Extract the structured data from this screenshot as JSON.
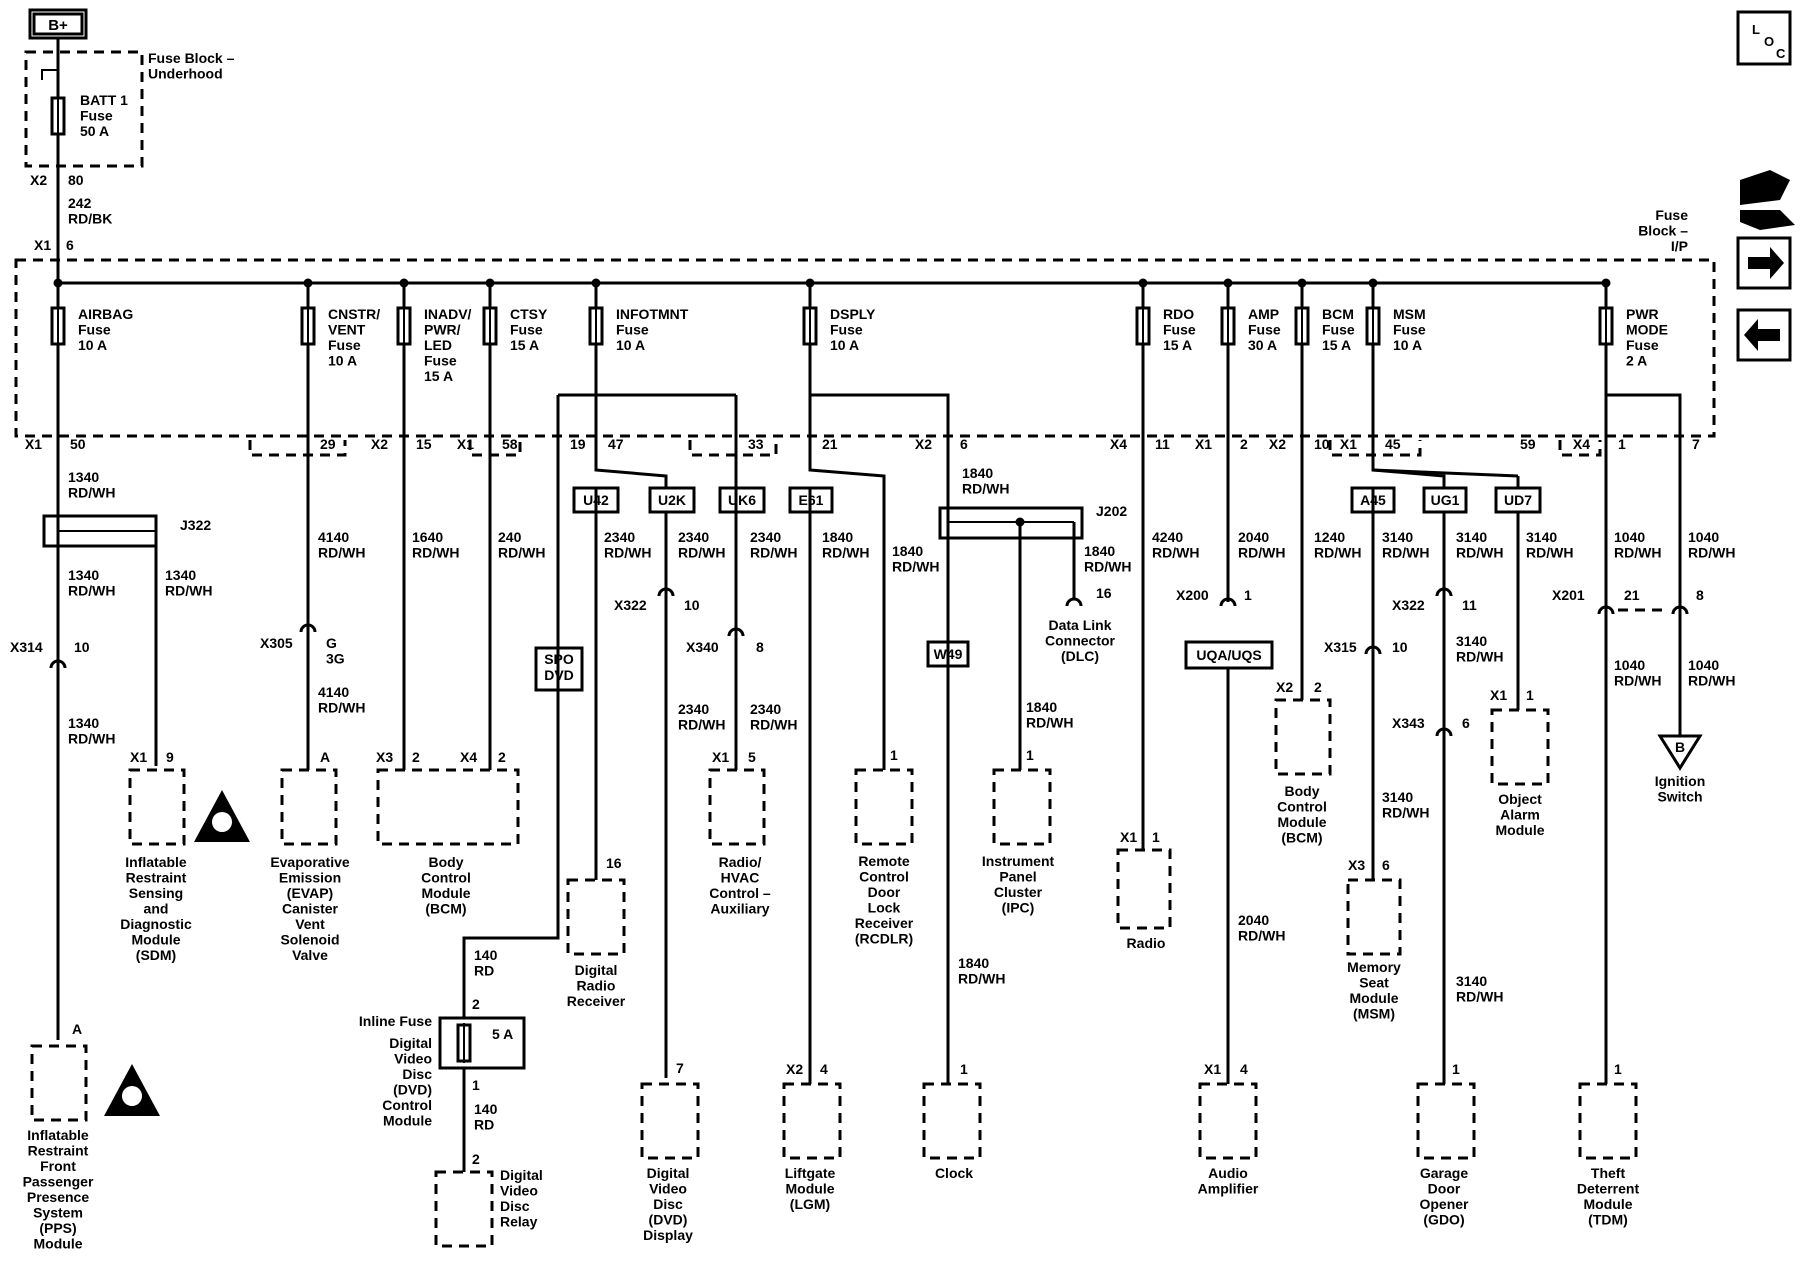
{
  "power": {
    "label": "B+"
  },
  "underhood": {
    "block_label": [
      "Fuse Block –",
      "Underhood"
    ],
    "fuse": [
      "BATT 1",
      "Fuse",
      "50 A"
    ],
    "out_conn": "X2",
    "out_pin": "80",
    "wire": [
      "242",
      "RD/BK"
    ],
    "in_conn": "X1",
    "in_pin": "6"
  },
  "ip_block": {
    "label": [
      "Fuse",
      "Block –",
      "I/P"
    ]
  },
  "loc": {
    "chars": [
      "L",
      "O",
      "C"
    ]
  },
  "fuses": [
    {
      "lines": [
        "AIRBAG",
        "Fuse",
        "10 A"
      ]
    },
    {
      "lines": [
        "CNSTR/",
        "VENT",
        "Fuse",
        "10 A"
      ]
    },
    {
      "lines": [
        "INADV/",
        "PWR/",
        "LED",
        "Fuse",
        "15 A"
      ]
    },
    {
      "lines": [
        "CTSY",
        "Fuse",
        "15 A"
      ]
    },
    {
      "lines": [
        "INFOTMNT",
        "Fuse",
        "10 A"
      ]
    },
    {
      "lines": [
        "DSPLY",
        "Fuse",
        "10 A"
      ]
    },
    {
      "lines": [
        "RDO",
        "Fuse",
        "15 A"
      ]
    },
    {
      "lines": [
        "AMP",
        "Fuse",
        "30 A"
      ]
    },
    {
      "lines": [
        "BCM",
        "Fuse",
        "15 A"
      ]
    },
    {
      "lines": [
        "MSM",
        "Fuse",
        "10 A"
      ]
    },
    {
      "lines": [
        "PWR",
        "MODE",
        "Fuse",
        "2 A"
      ]
    }
  ],
  "block_pins": [
    {
      "conn": "X1",
      "pin": "50"
    },
    {
      "conn": "",
      "pin": "29"
    },
    {
      "conn": "X2",
      "pin": "15"
    },
    {
      "conn": "X1",
      "pin": "58"
    },
    {
      "conn": "",
      "pin": "19"
    },
    {
      "conn": "",
      "pin": "47"
    },
    {
      "conn": "",
      "pin": "33"
    },
    {
      "conn": "",
      "pin": "21"
    },
    {
      "conn": "X2",
      "pin": "6"
    },
    {
      "conn": "X4",
      "pin": "11"
    },
    {
      "conn": "X1",
      "pin": "2"
    },
    {
      "conn": "X2",
      "pin": "10"
    },
    {
      "conn": "X1",
      "pin": "45"
    },
    {
      "conn": "",
      "pin": "59"
    },
    {
      "conn": "X4",
      "pin": "1"
    },
    {
      "conn": "",
      "pin": "7"
    }
  ],
  "options": [
    "U42",
    "U2K",
    "UK6",
    "E61",
    "A45",
    "UG1",
    "UD7",
    "SPO\nDVD",
    "W49",
    "UQA/UQS"
  ],
  "splices": [
    "J322",
    "J202"
  ],
  "inline_connectors": [
    {
      "conn": "X314",
      "pin": "10"
    },
    {
      "conn": "X305",
      "pin": "G\n3G"
    },
    {
      "conn": "X322",
      "pin": "10"
    },
    {
      "conn": "X340",
      "pin": "8"
    },
    {
      "conn": "X200",
      "pin": "1"
    },
    {
      "conn": "X315",
      "pin": "10"
    },
    {
      "conn": "X322",
      "pin": "11"
    },
    {
      "conn": "X343",
      "pin": "6"
    },
    {
      "conn": "X201",
      "pin": "21"
    },
    {
      "conn": "",
      "pin": "8"
    }
  ],
  "wires": [
    "1340\nRD/WH",
    "1340\nRD/WH",
    "1340\nRD/WH",
    "1340\nRD/WH",
    "4140\nRD/WH",
    "4140\nRD/WH",
    "1640\nRD/WH",
    "240\nRD/WH",
    "2340\nRD/WH",
    "2340\nRD/WH",
    "2340\nRD/WH",
    "2340\nRD/WH",
    "2340\nRD/WH",
    "1840\nRD/WH",
    "1840\nRD/WH",
    "1840\nRD/WH",
    "1840\nRD/WH",
    "1840\nRD/WH",
    "1840\nRD/WH",
    "4240\nRD/WH",
    "2040\nRD/WH",
    "2040\nRD/WH",
    "1240\nRD/WH",
    "3140\nRD/WH",
    "3140\nRD/WH",
    "3140\nRD/WH",
    "3140\nRD/WH",
    "3140\nRD/WH",
    "3140\nRD/WH",
    "1040\nRD/WH",
    "1040\nRD/WH",
    "1040\nRD/WH",
    "1040\nRD/WH",
    "140\nRD",
    "140\nRD"
  ],
  "inline_fuse": {
    "label": "Inline Fuse",
    "rating": "5 A",
    "pin_top": "2",
    "pin_bottom": "1"
  },
  "components": [
    {
      "name": "Inflatable\nRestraint\nSensing\nand\nDiagnostic\nModule\n(SDM)",
      "conn": "X1",
      "pin": "9"
    },
    {
      "name": "Inflatable\nRestraint\nFront\nPassenger\nPresence\nSystem\n(PPS)\nModule",
      "conn": "",
      "pin": "A"
    },
    {
      "name": "Evaporative\nEmission\n(EVAP)\nCanister\nVent\nSolenoid\nValve",
      "conn": "",
      "pin": "A"
    },
    {
      "name": "Body\nControl\nModule\n(BCM)",
      "conn": "X3",
      "pin": "2",
      "conn2": "X4",
      "pin2": "2"
    },
    {
      "name": "Digital\nVideo\nDisc\n(DVD)\nControl\nModule",
      "conn": "",
      "pin": ""
    },
    {
      "name": "Digital\nVideo\nDisc\nRelay",
      "conn": "",
      "pin": "2"
    },
    {
      "name": "Digital\nRadio\nReceiver",
      "conn": "",
      "pin": "16"
    },
    {
      "name": "Digital\nVideo\nDisc\n(DVD)\nDisplay",
      "conn": "",
      "pin": "7"
    },
    {
      "name": "Radio/\nHVAC\nControl –\nAuxiliary",
      "conn": "X1",
      "pin": "5"
    },
    {
      "name": "Liftgate\nModule\n(LGM)",
      "conn": "X2",
      "pin": "4"
    },
    {
      "name": "Remote\nControl\nDoor\nLock\nReceiver\n(RCDLR)",
      "conn": "",
      "pin": "1"
    },
    {
      "name": "Clock",
      "conn": "",
      "pin": "1"
    },
    {
      "name": "Data Link\nConnector\n(DLC)",
      "conn": "",
      "pin": "16"
    },
    {
      "name": "Instrument\nPanel\nCluster\n(IPC)",
      "conn": "",
      "pin": "1"
    },
    {
      "name": "Radio",
      "conn": "X1",
      "pin": "1"
    },
    {
      "name": "Audio\nAmplifier",
      "conn": "X1",
      "pin": "4"
    },
    {
      "name": "Body\nControl\nModule\n(BCM)",
      "conn": "X2",
      "pin": "2"
    },
    {
      "name": "Memory\nSeat\nModule\n(MSM)",
      "conn": "X3",
      "pin": "6"
    },
    {
      "name": "Garage\nDoor\nOpener\n(GDO)",
      "conn": "",
      "pin": "1"
    },
    {
      "name": "Object\nAlarm\nModule",
      "conn": "X1",
      "pin": "1"
    },
    {
      "name": "Theft\nDeterrent\nModule\n(TDM)",
      "conn": "",
      "pin": "1"
    },
    {
      "name": "Ignition\nSwitch",
      "conn": "",
      "pin": "B"
    }
  ]
}
